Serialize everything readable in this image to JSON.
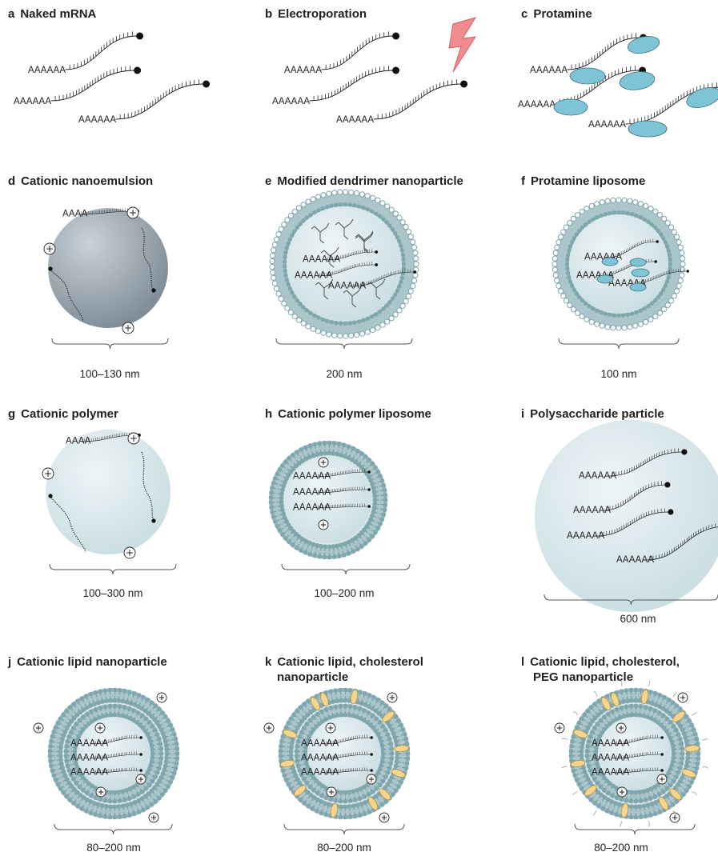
{
  "panels": [
    {
      "letter": "a",
      "title": "Naked mRNA",
      "size": ""
    },
    {
      "letter": "b",
      "title": "Electroporation",
      "size": ""
    },
    {
      "letter": "c",
      "title": "Protamine",
      "size": ""
    },
    {
      "letter": "d",
      "title": "Cationic nanoemulsion",
      "size": "100–130 nm"
    },
    {
      "letter": "e",
      "title": "Modified dendrimer nanoparticle",
      "size": "200 nm"
    },
    {
      "letter": "f",
      "title": "Protamine liposome",
      "size": "100 nm"
    },
    {
      "letter": "g",
      "title": "Cationic polymer",
      "size": "100–300 nm"
    },
    {
      "letter": "h",
      "title": "Cationic polymer liposome",
      "size": "100–200 nm"
    },
    {
      "letter": "i",
      "title": "Polysaccharide particle",
      "size": "600 nm"
    },
    {
      "letter": "j",
      "title": "Cationic lipid nanoparticle",
      "size": "80–200 nm"
    },
    {
      "letter": "k",
      "title": "Cationic lipid, cholesterol",
      "title2": "nanoparticle",
      "size": "80–200 nm"
    },
    {
      "letter": "l",
      "title": "Cationic lipid, cholesterol,",
      "title2": "PEG nanoparticle",
      "size": "80–200 nm"
    }
  ],
  "labels": {
    "polyA": "AAAAAA",
    "polyA_short": "AAAA"
  },
  "colors": {
    "text": "#231f20",
    "membrane": "#7fa6ad",
    "membrane_light": "#aac6cb",
    "core_light": "#d8e6ea",
    "nanoemulsion": "#8b99a3",
    "protamine": "#7fc3d6",
    "cholesterol": "#f3d58e",
    "bolt": "#f08c8f"
  },
  "icons": [
    "lightning-bolt-icon",
    "plus-charge-icon",
    "mrna-cap-icon"
  ]
}
